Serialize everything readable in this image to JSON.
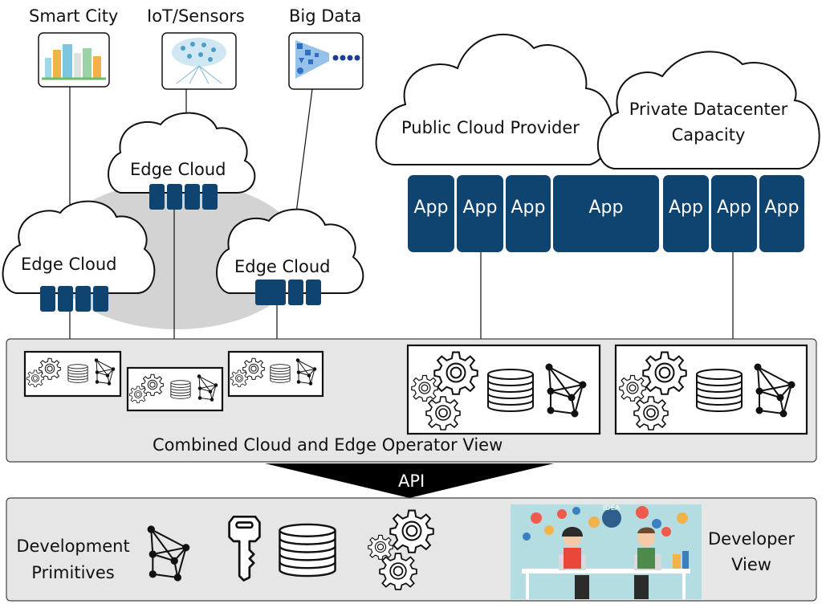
{
  "sources": [
    {
      "label": "Smart City",
      "icon": "smart-city-icon"
    },
    {
      "label": "IoT/Sensors",
      "icon": "iot-sensors-icon"
    },
    {
      "label": "Big Data",
      "icon": "big-data-icon"
    }
  ],
  "edge_clouds": [
    {
      "label": "Edge Cloud"
    },
    {
      "label": "Edge Cloud"
    },
    {
      "label": "Edge Cloud"
    }
  ],
  "clouds": {
    "public": "Public Cloud Provider",
    "private_line1": "Private Datacenter",
    "private_line2": "Capacity"
  },
  "apps": [
    "App",
    "App",
    "App",
    "App",
    "App",
    "App",
    "App"
  ],
  "operator_view": {
    "label": "Combined Cloud and Edge Operator View"
  },
  "api": {
    "label": "API"
  },
  "developer": {
    "primitives_line1": "Development",
    "primitives_line2": "Primitives",
    "view_line1": "Developer",
    "view_line2": "View",
    "image_text": "IDEA"
  },
  "colors": {
    "app_blue": "#0f4470",
    "panel_gray": "#e6e6e6",
    "oval_gray": "#d3d3d3",
    "banner_black": "#000000"
  }
}
